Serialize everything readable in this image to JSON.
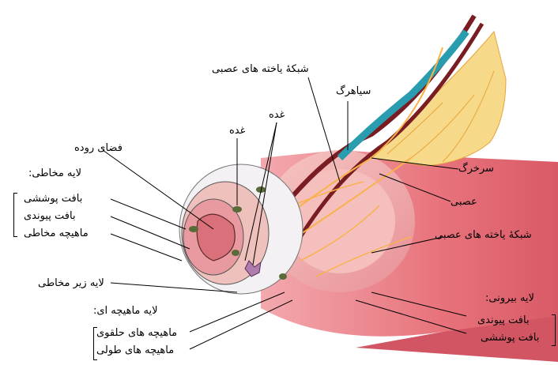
{
  "labels": {
    "lumen": "فضای روده",
    "mucosa_header": "لایه مخاطی:",
    "epithelium": "بافت پوششی",
    "lamina_propria": "بافت پیوندی",
    "muscularis_mucosae": "ماهیچه مخاطی",
    "submucosa": "لایه زیر مخاطی",
    "muscularis_header": "لایه  ماهیچه ای:",
    "circular_muscle": "ماهیچه های حلقوی",
    "longitudinal_muscle": "ماهیچه های طولی",
    "gland_1": "غده",
    "gland_2": "غده",
    "nerve_network_top": "شبکهٔ یاخته های عصبی",
    "vein": "سیاهرگ",
    "artery": "سرخرگ",
    "nerve": "عصبی",
    "nerve_network_right": "شبکهٔ یاخته های عصبی",
    "serosa_header": "لایه  بیرونی:",
    "serosa_connective": "بافت پیوندی",
    "serosa_epithelium": "بافت پوششی"
  },
  "colors": {
    "outer_tissue": "#e8737c",
    "mucosa": "#e89aa0",
    "lumen": "#d9707a",
    "muscle_circular": "#efc1bd",
    "submucosa_white": "#f3f1f4",
    "mesentery": "#f7d98a",
    "nerve": "#f9b24a",
    "artery": "#7a1d22",
    "vein": "#2a9cb0"
  }
}
